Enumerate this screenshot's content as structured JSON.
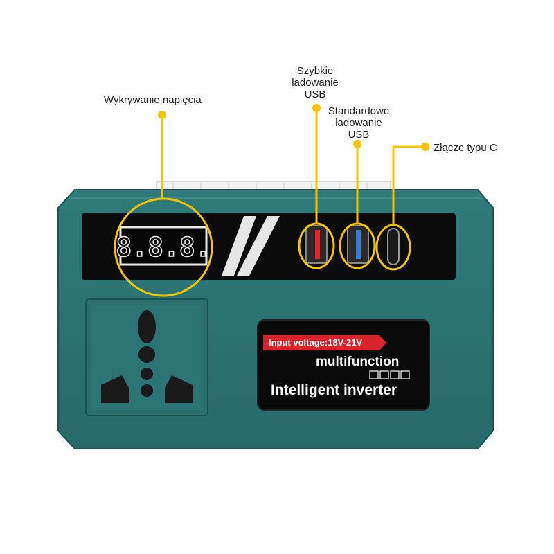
{
  "callouts": {
    "voltage_detection": "Wykrywanie napięcia",
    "fast_charging": [
      "Szybkie",
      "ładowanie",
      "USB"
    ],
    "standard_charging": [
      "Standardowe",
      "ładowanie",
      "USB"
    ],
    "type_c": "Złącze typu C"
  },
  "sticker": {
    "input_voltage": "Input voltage:18V-21V",
    "line1": "multifunction",
    "line2": "Intelligent inverter"
  },
  "display": {
    "readout": "8.8.8."
  },
  "colors": {
    "body": "#2c7473",
    "body_dark": "#1f5857",
    "accent_yellow": "#f5c400",
    "banner_red": "#d8232a"
  }
}
